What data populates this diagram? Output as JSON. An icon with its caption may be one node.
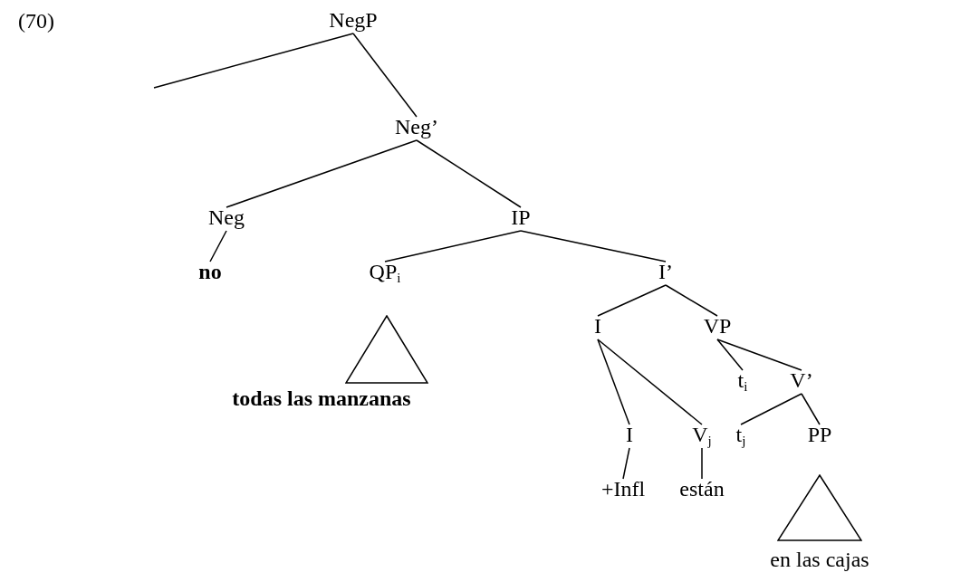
{
  "diagram": {
    "nodes": [
      {
        "text": [
          "NegP"
        ]
      },
      {
        "text": [
          "Neg’"
        ]
      },
      {
        "text": [
          "Neg"
        ]
      },
      {
        "text": [
          "IP"
        ]
      },
      {
        "text": [
          "no"
        ]
      },
      {
        "text": [
          "QP$_{i}$"
        ]
      },
      {
        "text": [],
        "shape": "triangle"
      },
      {
        "text": [
          "I’"
        ]
      },
      {
        "text": [
          "I"
        ]
      },
      {
        "text": [
          "VP"
        ]
      },
      {
        "text": [
          "todas las manzanas"
        ]
      },
      {
        "text": [
          "t$_{i}$"
        ]
      },
      {
        "text": [
          "V’"
        ]
      },
      {
        "text": [
          "I"
        ]
      },
      {
        "text": [
          "V$_{j}$"
        ]
      },
      {
        "text": [
          "t$_{j}$"
        ]
      },
      {
        "text": [
          "PP"
        ]
      },
      {
        "text": [
          "+Infl"
        ]
      },
      {
        "text": [
          "están"
        ]
      },
      {
        "text": [],
        "shape": "triangle"
      },
      {
        "text": [
          "en las cajas"
        ]
      }
    ],
    "edges": [
      {
        "from": 0,
        "to": null,
        "arrow": "none"
      },
      {
        "from": 0,
        "to": 1,
        "arrow": "none"
      },
      {
        "from": 1,
        "to": 2,
        "arrow": "none"
      },
      {
        "from": 1,
        "to": 3,
        "arrow": "none"
      },
      {
        "from": 2,
        "to": 4,
        "arrow": "none"
      },
      {
        "from": 3,
        "to": 5,
        "arrow": "none"
      },
      {
        "from": 3,
        "to": 7,
        "arrow": "none"
      },
      {
        "from": 7,
        "to": 8,
        "arrow": "none"
      },
      {
        "from": 7,
        "to": 9,
        "arrow": "none"
      },
      {
        "from": 8,
        "to": 13,
        "arrow": "none"
      },
      {
        "from": 8,
        "to": 14,
        "arrow": "none"
      },
      {
        "from": 9,
        "to": 11,
        "arrow": "none"
      },
      {
        "from": 9,
        "to": 12,
        "arrow": "none"
      },
      {
        "from": 12,
        "to": 15,
        "arrow": "none"
      },
      {
        "from": 12,
        "to": 16,
        "arrow": "none"
      },
      {
        "from": 13,
        "to": 17,
        "arrow": "none"
      },
      {
        "from": 14,
        "to": 18,
        "arrow": "none"
      }
    ],
    "labels": [
      "(70)"
    ]
  }
}
